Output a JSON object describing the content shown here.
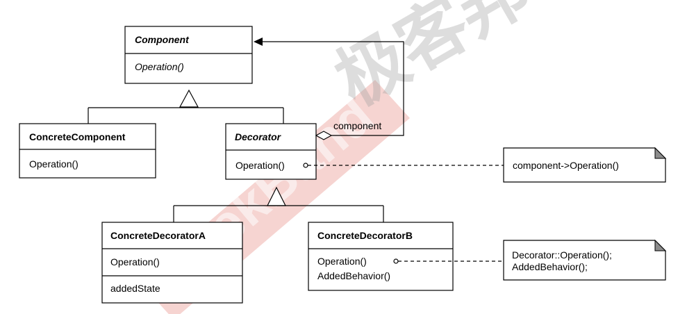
{
  "classes": {
    "component": {
      "name": "Component",
      "operation": "Operation()"
    },
    "concrete_component": {
      "name": "ConcreteComponent",
      "operation": "Operation()"
    },
    "decorator": {
      "name": "Decorator",
      "operation": "Operation()"
    },
    "concrete_decorator_a": {
      "name": "ConcreteDecoratorA",
      "operation": "Operation()",
      "attribute": "addedState"
    },
    "concrete_decorator_b": {
      "name": "ConcreteDecoratorB",
      "operation1": "Operation()",
      "operation2": "AddedBehavior()"
    }
  },
  "associations": {
    "component_label": "component"
  },
  "notes": {
    "decorator_note": "component->Operation()",
    "decorator_b_note_line1": "Decorator::Operation();",
    "decorator_b_note_line2": "AddedBehavior();"
  },
  "watermark": {
    "text": "GeekBand",
    "cjk_text": "极客邦"
  }
}
